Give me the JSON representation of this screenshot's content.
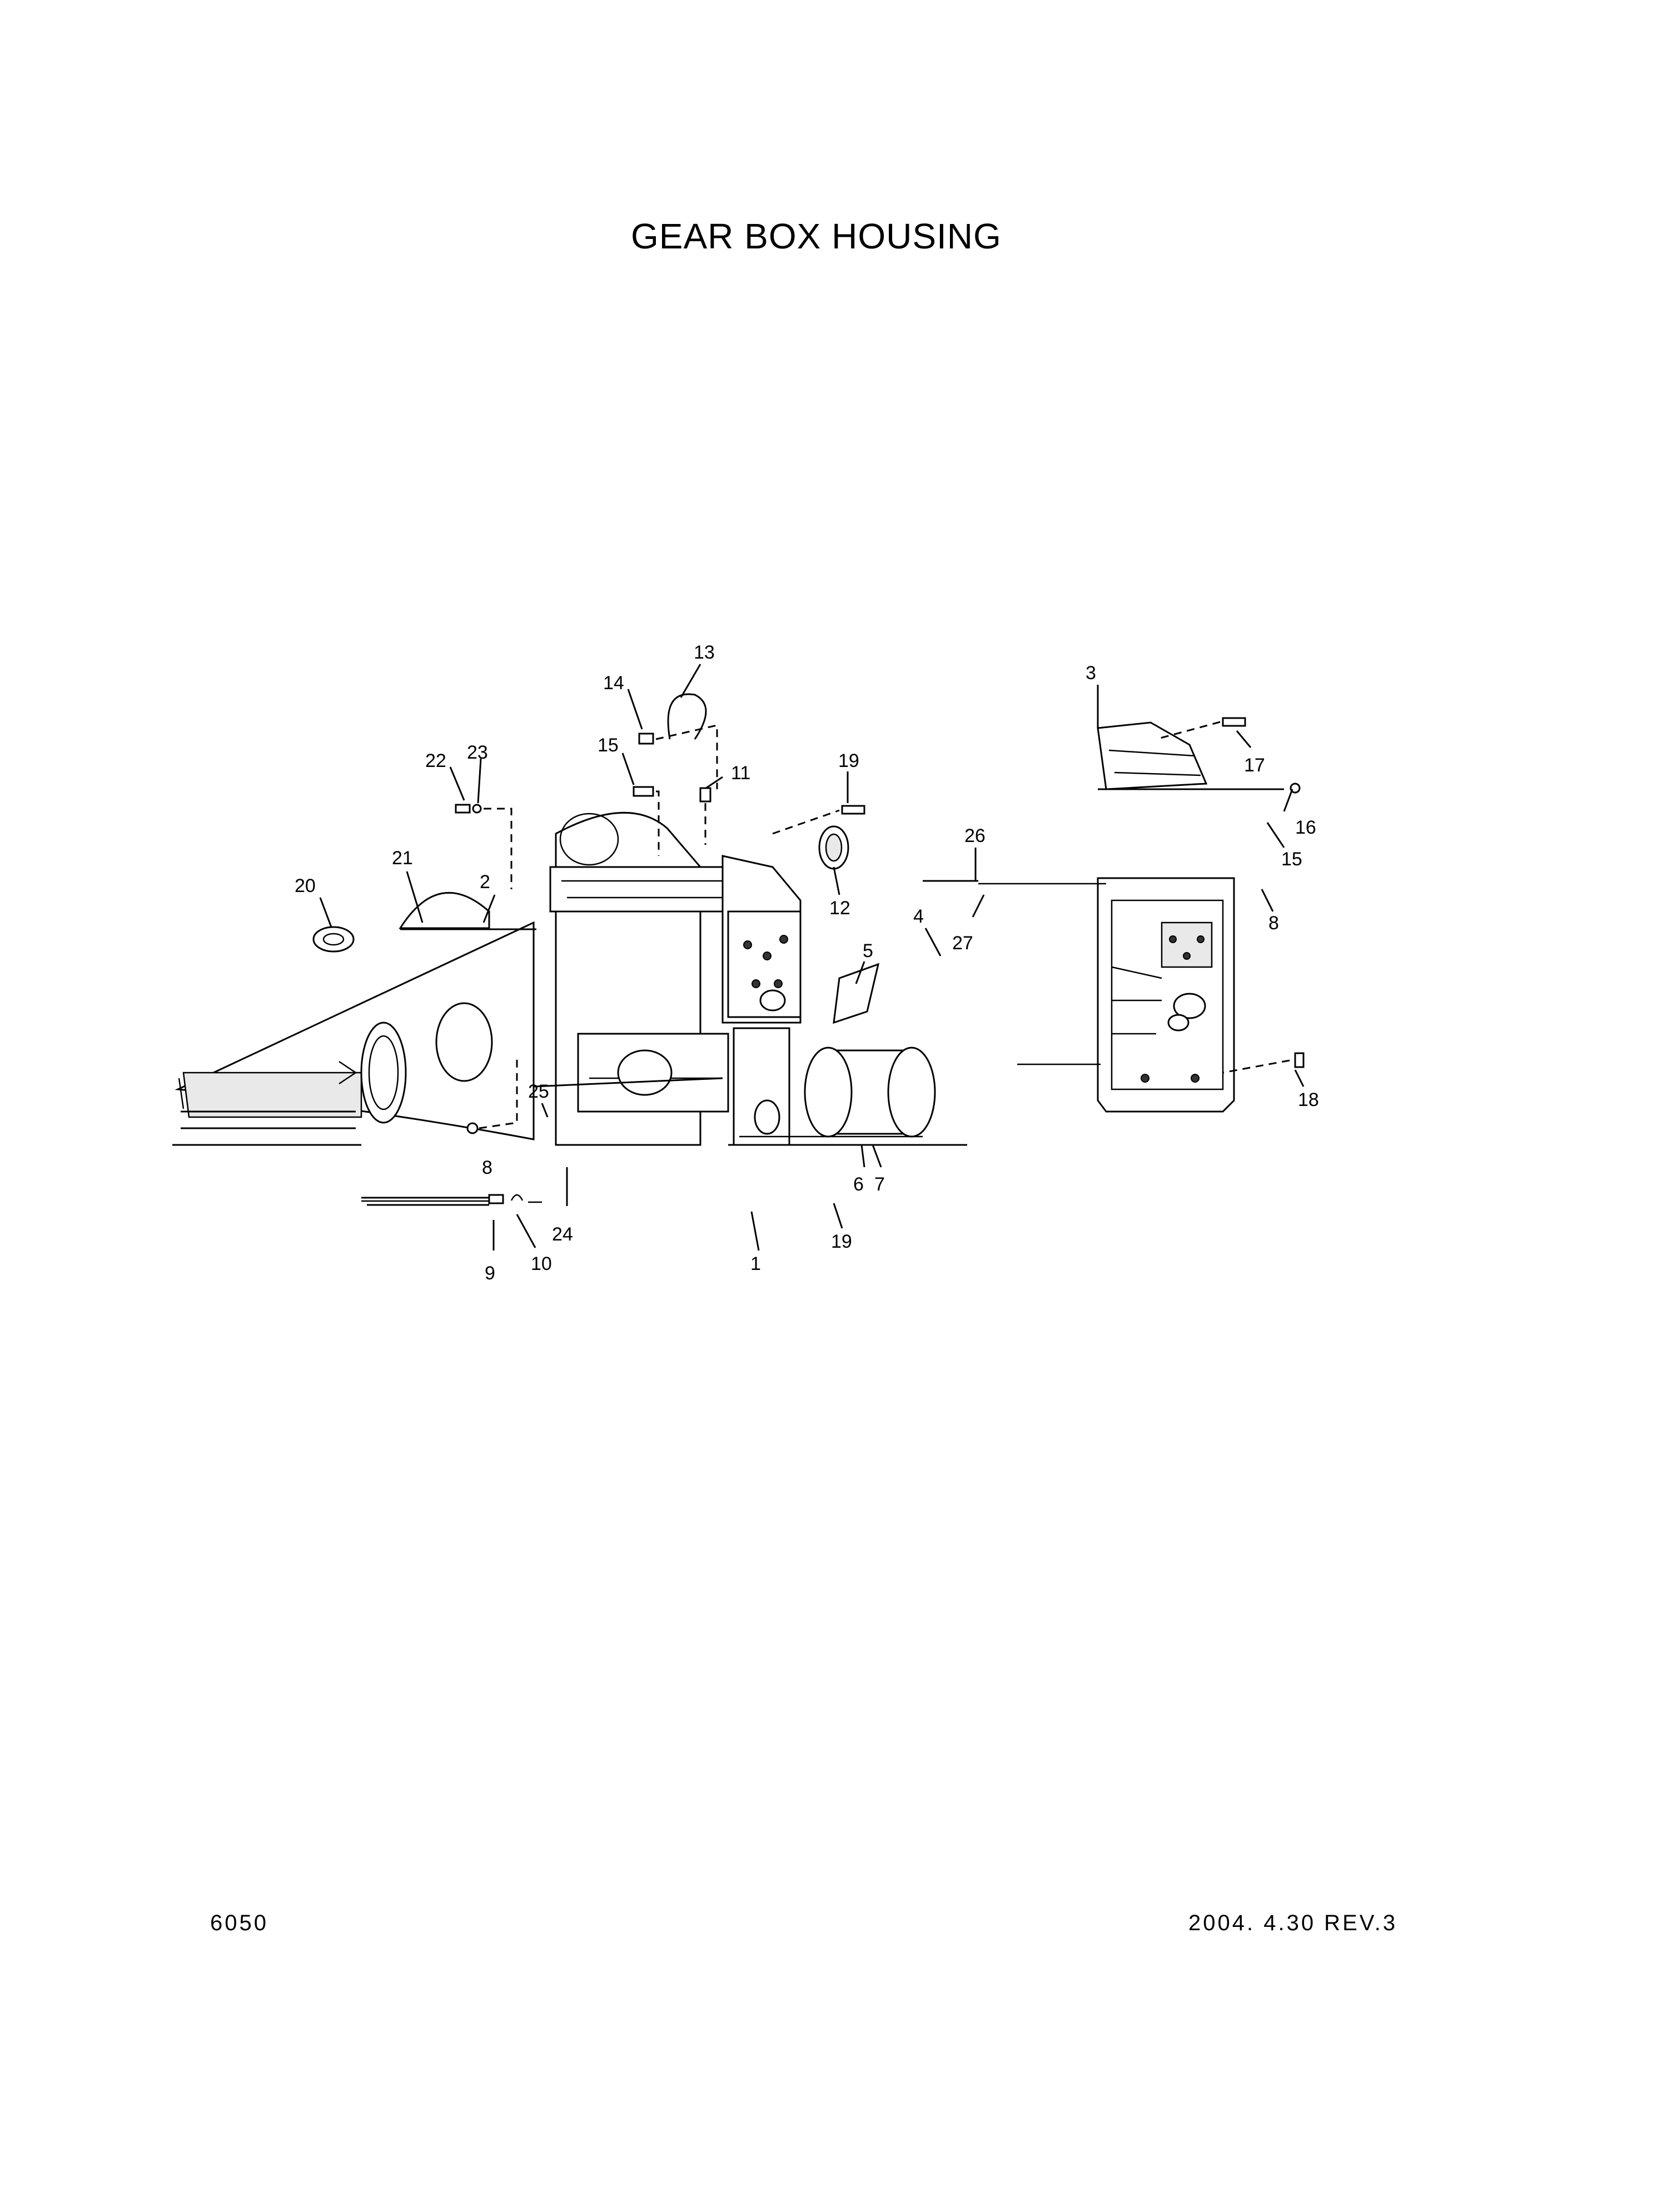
{
  "title": "GEAR BOX HOUSING",
  "footer": {
    "page_code": "6050",
    "revision": "2004. 4.30 REV.3"
  },
  "callouts": [
    {
      "id": "c1",
      "text": "1"
    },
    {
      "id": "c2",
      "text": "2"
    },
    {
      "id": "c3",
      "text": "3"
    },
    {
      "id": "c4",
      "text": "4"
    },
    {
      "id": "c5",
      "text": "5"
    },
    {
      "id": "c6",
      "text": "6"
    },
    {
      "id": "c7",
      "text": "7"
    },
    {
      "id": "c8a",
      "text": "8"
    },
    {
      "id": "c8b",
      "text": "8"
    },
    {
      "id": "c9",
      "text": "9"
    },
    {
      "id": "c10",
      "text": "10"
    },
    {
      "id": "c11",
      "text": "11"
    },
    {
      "id": "c12",
      "text": "12"
    },
    {
      "id": "c13",
      "text": "13"
    },
    {
      "id": "c14",
      "text": "14"
    },
    {
      "id": "c15a",
      "text": "15"
    },
    {
      "id": "c15b",
      "text": "15"
    },
    {
      "id": "c16",
      "text": "16"
    },
    {
      "id": "c17",
      "text": "17"
    },
    {
      "id": "c18",
      "text": "18"
    },
    {
      "id": "c19a",
      "text": "19"
    },
    {
      "id": "c19b",
      "text": "19"
    },
    {
      "id": "c20",
      "text": "20"
    },
    {
      "id": "c21",
      "text": "21"
    },
    {
      "id": "c22",
      "text": "22"
    },
    {
      "id": "c23",
      "text": "23"
    },
    {
      "id": "c24",
      "text": "24"
    },
    {
      "id": "c25",
      "text": "25"
    },
    {
      "id": "c26",
      "text": "26"
    },
    {
      "id": "c27",
      "text": "27"
    }
  ]
}
